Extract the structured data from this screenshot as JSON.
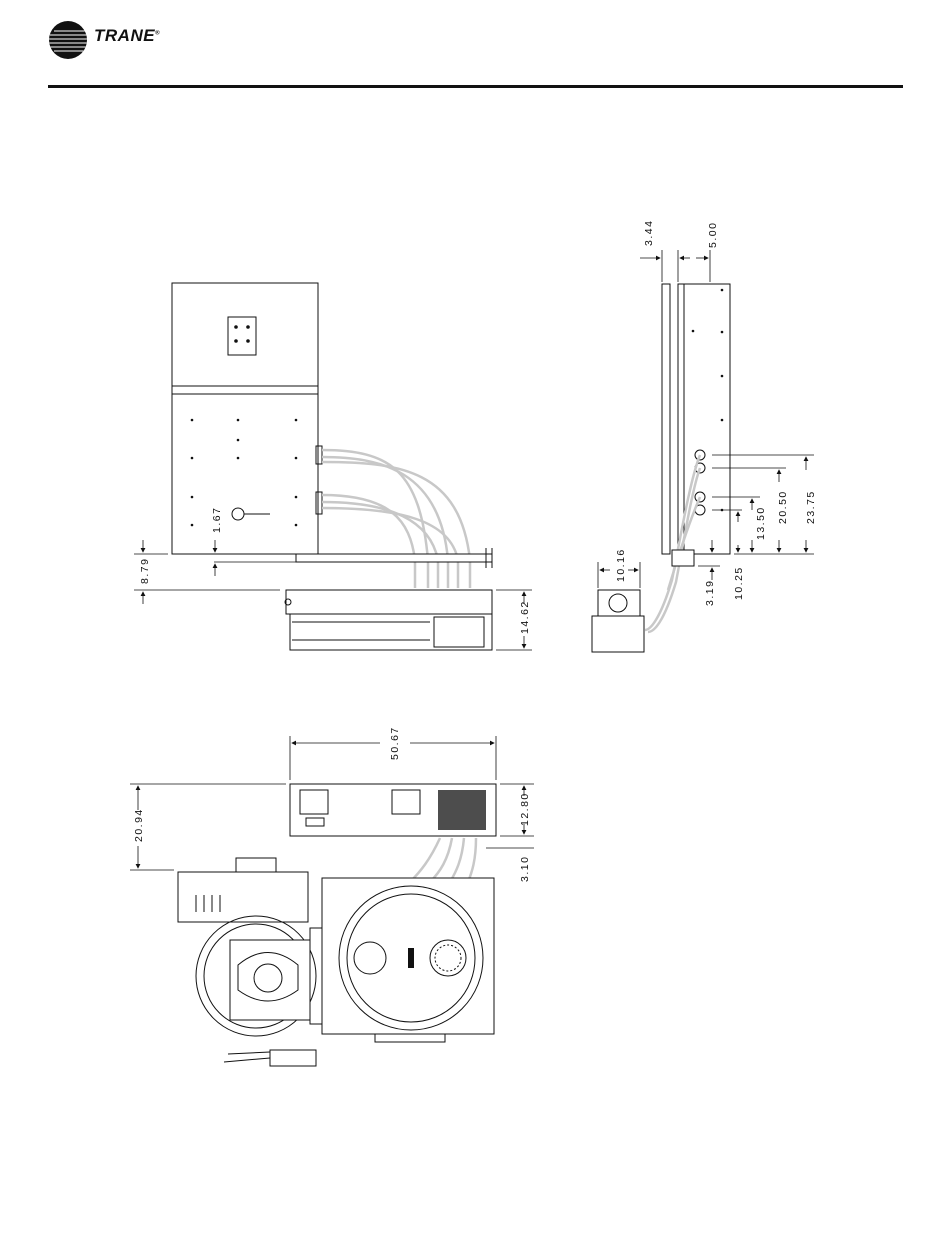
{
  "header": {
    "brand": "TRANE",
    "brand_mark": "®"
  },
  "dimensions": {
    "front_8_79": "8.79",
    "front_1_67": "1.67",
    "front_14_62": "14.62",
    "side_3_44": "3.44",
    "side_5_00": "5.00",
    "side_10_16": "10.16",
    "side_3_19": "3.19",
    "side_10_25": "10.25",
    "side_13_50": "13.50",
    "side_20_50": "20.50",
    "side_23_75": "23.75",
    "top_50_67": "50.67",
    "top_12_80": "12.80",
    "top_20_94": "20.94",
    "top_3_10": "3.10"
  },
  "colors": {
    "line": "#111111",
    "pipe": "#c8c8c8",
    "rule": "#111111"
  }
}
